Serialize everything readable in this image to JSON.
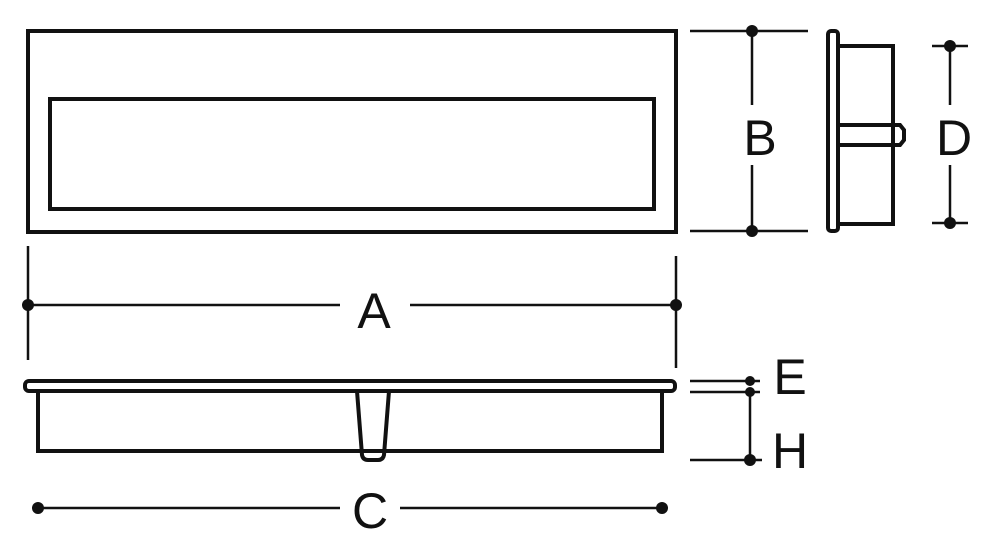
{
  "diagram": {
    "labels": {
      "length_a": "A",
      "height_b": "B",
      "width_c": "C",
      "height_d": "D",
      "flange_e": "E",
      "depth_h": "H"
    },
    "ink_color": "#111111",
    "background_color": "#ffffff"
  }
}
